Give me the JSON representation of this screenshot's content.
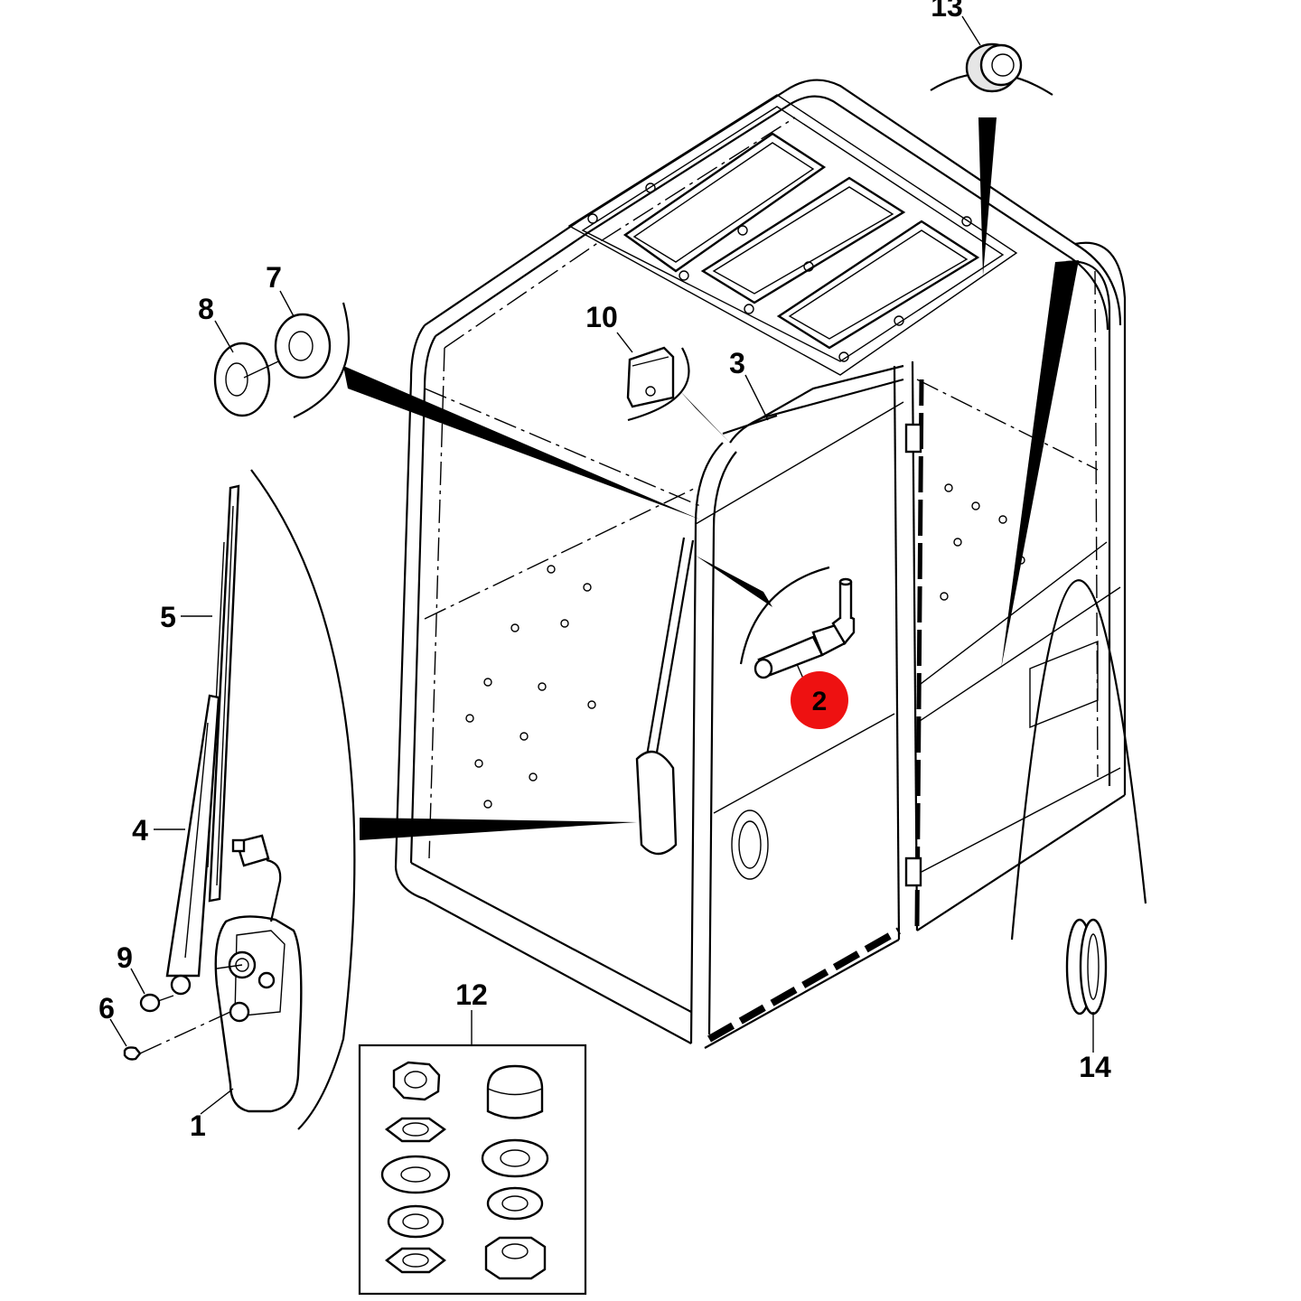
{
  "callouts": [
    {
      "id": "1",
      "label": "1"
    },
    {
      "id": "2",
      "label": "2",
      "highlighted": true
    },
    {
      "id": "3",
      "label": "3"
    },
    {
      "id": "4",
      "label": "4"
    },
    {
      "id": "5",
      "label": "5"
    },
    {
      "id": "6",
      "label": "6"
    },
    {
      "id": "7",
      "label": "7"
    },
    {
      "id": "8",
      "label": "8"
    },
    {
      "id": "9",
      "label": "9"
    },
    {
      "id": "10",
      "label": "10"
    },
    {
      "id": "12",
      "label": "12"
    },
    {
      "id": "13",
      "label": "13"
    },
    {
      "id": "14",
      "label": "14"
    }
  ],
  "colors": {
    "line": "#000000",
    "background": "#ffffff",
    "highlight": "#ee1111"
  }
}
